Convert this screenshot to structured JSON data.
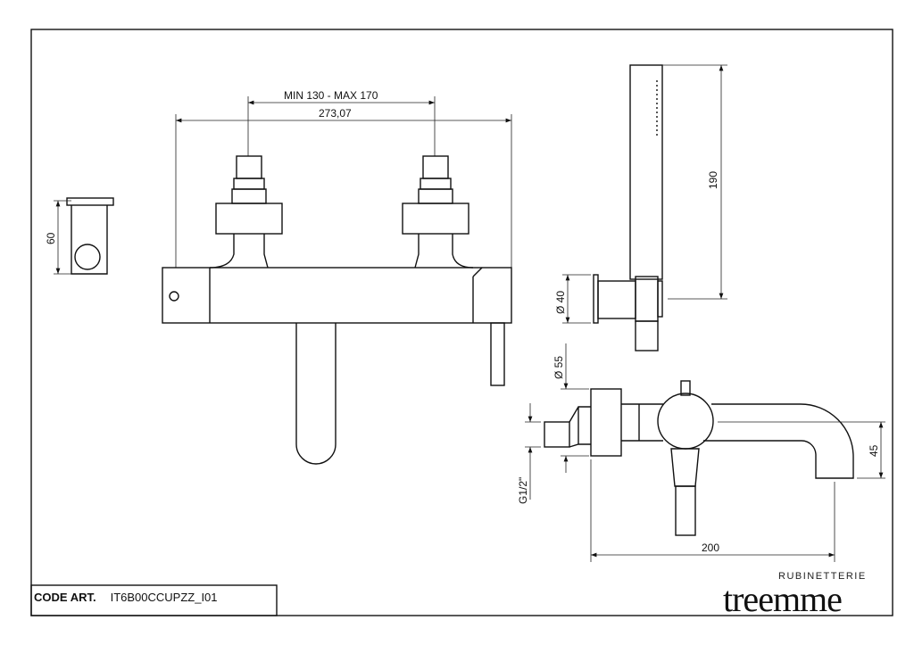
{
  "title_block": {
    "code_label": "CODE ART.",
    "code_value": "IT6B00CCUPZZ_I01"
  },
  "logo": {
    "brand": "treemme",
    "subtitle": "RUBINETTERIE"
  },
  "dimensions": {
    "side_height": "60",
    "connection_range": "MIN 130 - MAX 170",
    "overall_width": "273,07",
    "hand_shower_length": "190",
    "holder_diameter": "Ø 40",
    "flange_diameter": "Ø 55",
    "thread": "G1/2\"",
    "spout_projection": "200",
    "spout_height": "45"
  }
}
